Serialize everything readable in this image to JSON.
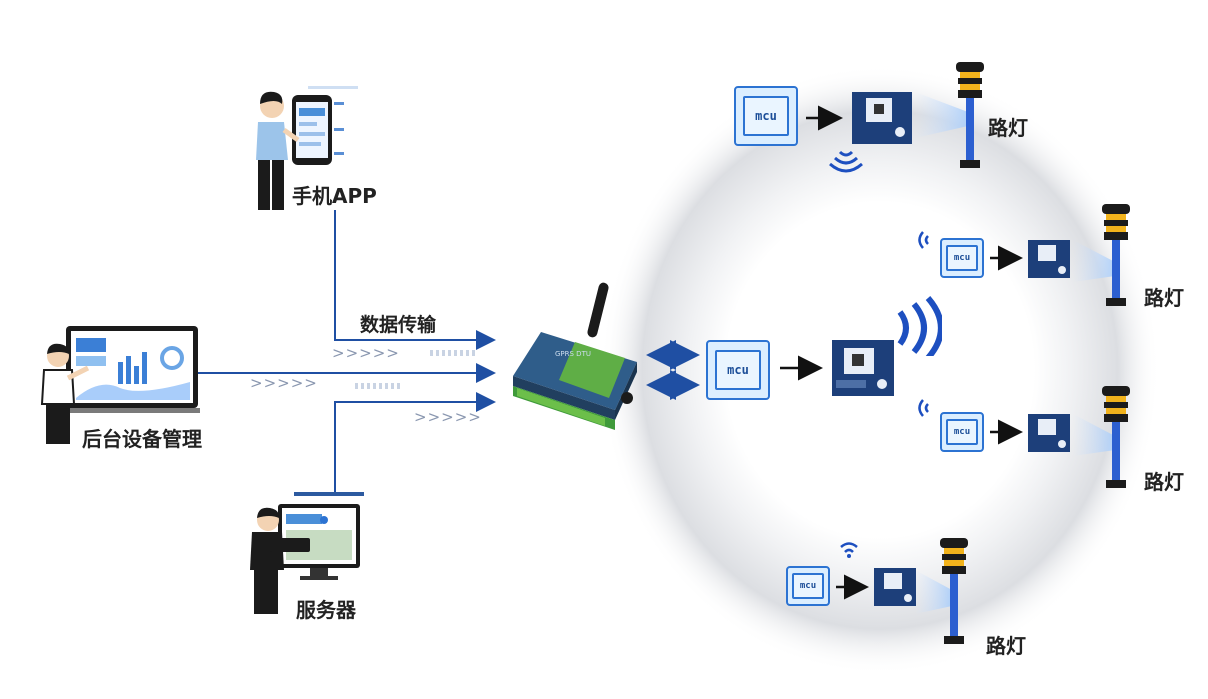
{
  "labels": {
    "mobile_app": "手机APP",
    "backend": "后台设备管理",
    "server": "服务器",
    "data_transmission": "数据传输",
    "streetlight": "路灯"
  },
  "arrows_text": ">>>>>",
  "chip_text": "mcu",
  "colors": {
    "line": "#1f4fa3",
    "accent": "#2c73d2",
    "gateway": "#2f5d8a",
    "terminal": "#6ab04c",
    "lamp_pole": "#2c5fd0",
    "lamp_head": "#f2b31c"
  },
  "streetlight_labels": [
    "路灯",
    "路灯",
    "路灯",
    "路灯"
  ]
}
